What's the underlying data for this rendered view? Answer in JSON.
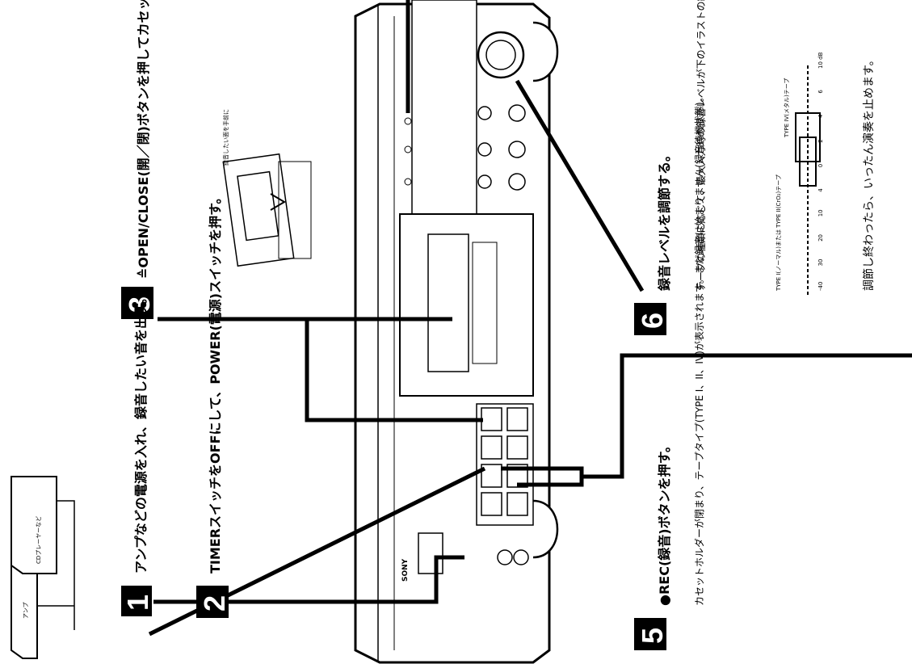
{
  "devices": {
    "amp": "アンプ",
    "cd_player": "CDプレーヤーなど"
  },
  "steps": [
    {
      "number": "1",
      "heading": "アンプなどの電源を入れ、録音したい音を出す。"
    },
    {
      "number": "2",
      "heading": "TIMERスイッチをOFFにして、POWER(電源)スイッチを押す。"
    },
    {
      "number": "3",
      "heading": "≙OPEN/CLOSE(開／閉)ボタンを押してカセットを入れる。",
      "illustration_label": "録音したい面を手前に"
    },
    {
      "number": "5",
      "heading": "●REC(録音)ボタンを押す。",
      "body": "カセットホルダーが閉まり、テープタイプ(TYPE I、II、IV)が表示されます。まだ録音は始まりません(録音待機状態)。"
    },
    {
      "number": "6",
      "heading": "録音レベルを調節する。",
      "body": "テープの種類に応じて、最大入力時の録音レベルが下のイラストの範囲内になるように調節します。",
      "note": "調節し終わったら、いったん演奏を止めます。"
    }
  ],
  "meter": {
    "label_type1": "TYPE I(ノーマル)または TYPE II(CrO₂)テープ",
    "label_type4": "TYPE IV(メタル)テープ",
    "scale": [
      "-40",
      "30",
      "20",
      "10",
      "4",
      "0",
      "2",
      "4",
      "6",
      "10 dB"
    ]
  },
  "deck": {
    "brand": "SONY"
  }
}
